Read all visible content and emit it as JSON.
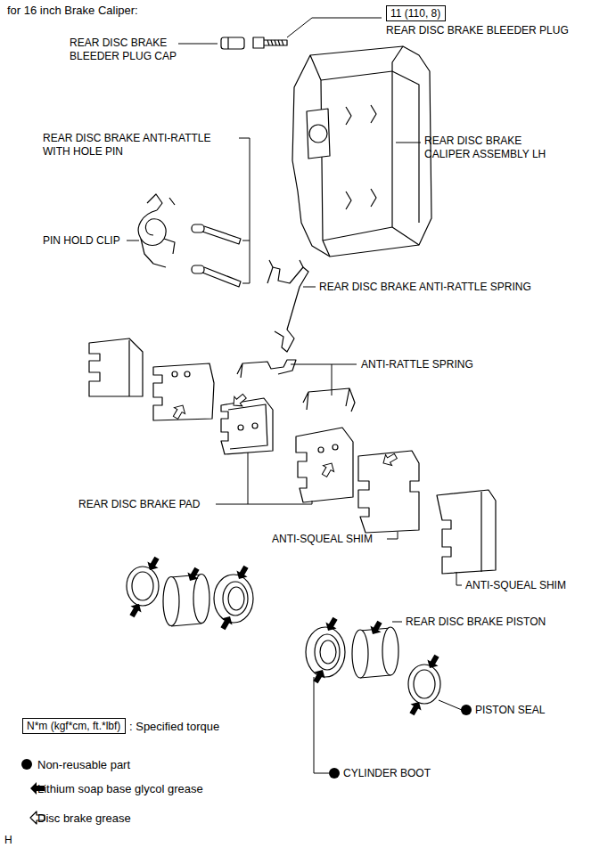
{
  "diagram": {
    "title": "for 16 inch Brake Caliper:",
    "nodes": [
      {
        "text": [
          "11 (110, 8)"
        ]
      },
      {
        "text": [
          "N*m (kgf*cm, ft.*lbf)"
        ]
      }
    ],
    "labels": [
      "REAR DISC BRAKE BLEEDER PLUG CAP",
      "REAR DISC BRAKE BLEEDER PLUG",
      "REAR DISC BRAKE CALIPER ASSEMBLY LH",
      "REAR DISC BRAKE ANTI-RATTLE WITH HOLE PIN",
      "PIN HOLD CLIP",
      "REAR DISC BRAKE ANTI-RATTLE SPRING",
      "ANTI-RATTLE SPRING",
      "REAR DISC BRAKE PAD",
      "ANTI-SQUEAL SHIM",
      "ANTI-SQUEAL SHIM",
      "REAR DISC BRAKE PISTON",
      "PISTON SEAL",
      "CYLINDER BOOT",
      "H"
    ],
    "legend": [
      {
        "text": ": Specified torque"
      },
      {
        "text": "Non-reusable part"
      },
      {
        "text": "Lithium soap base glycol grease"
      },
      {
        "text": "Disc brake grease"
      }
    ]
  }
}
